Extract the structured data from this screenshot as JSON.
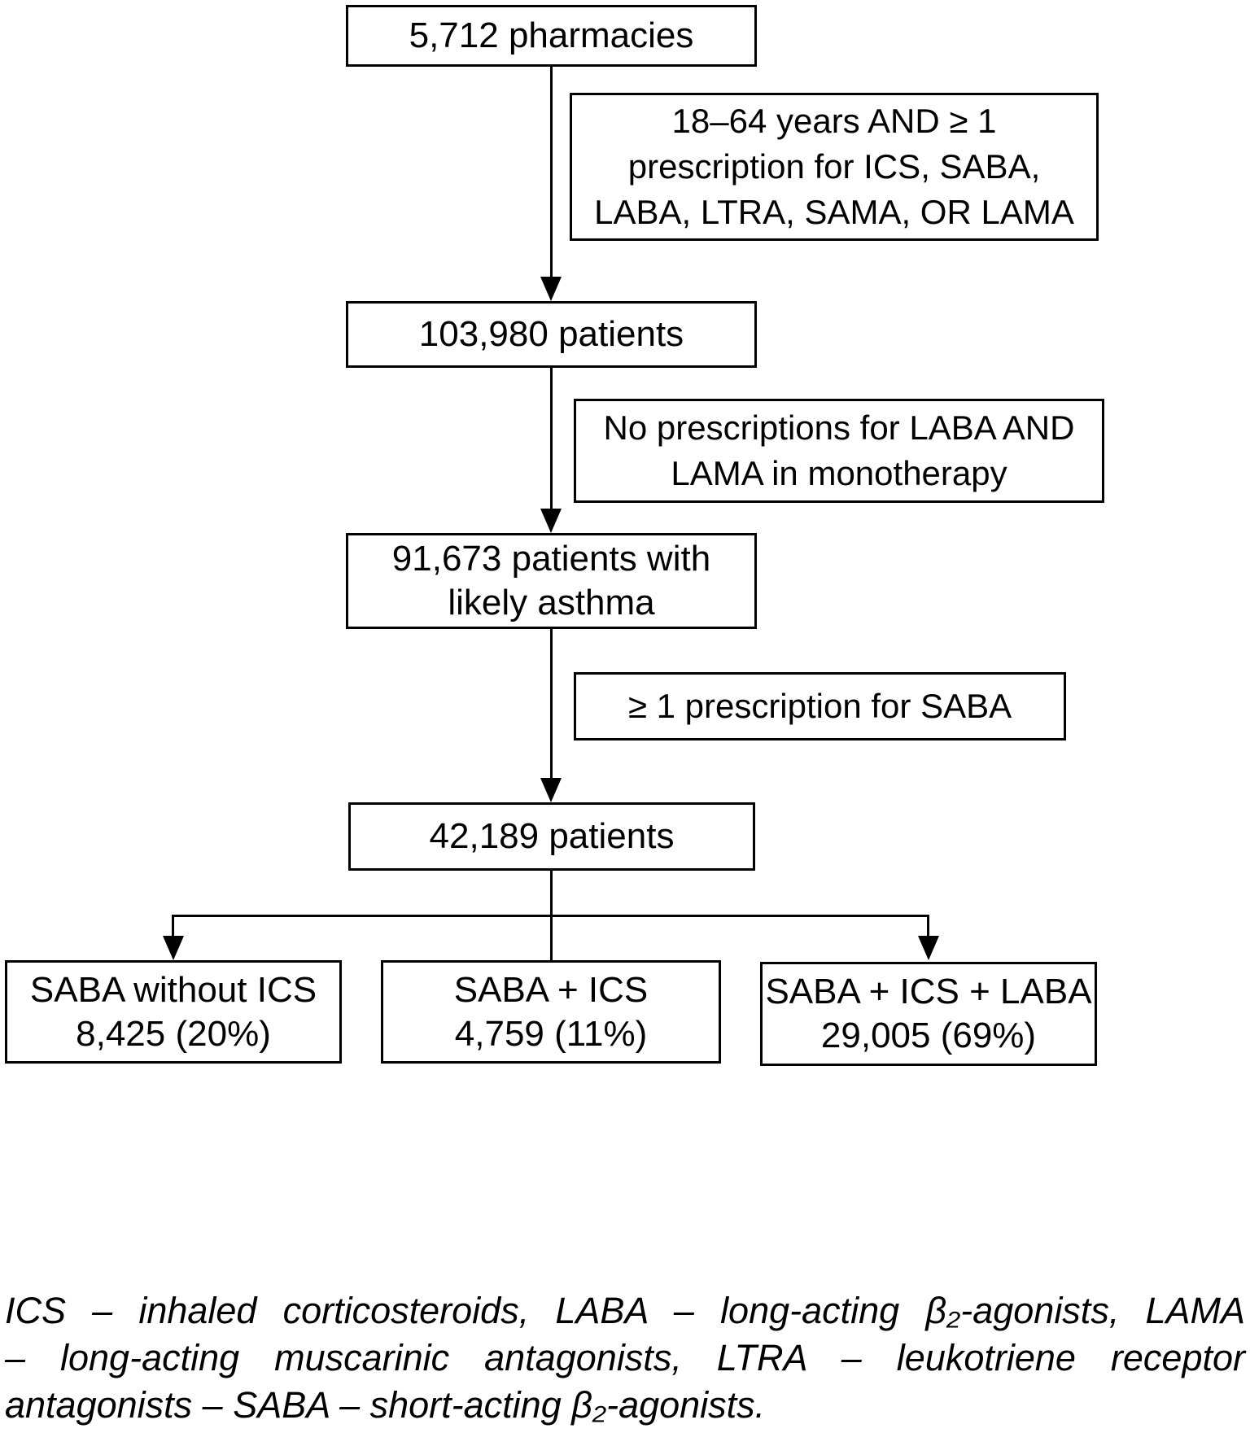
{
  "flowchart": {
    "nodes": {
      "pharmacies": {
        "label": "5,712 pharmacies"
      },
      "criteria_age_rx": {
        "lines": [
          "18–64 years AND ≥ 1",
          "prescription for ICS, SABA,",
          "LABA, LTRA, SAMA, OR LAMA"
        ]
      },
      "patients_initial": {
        "label": "103,980 patients"
      },
      "criteria_no_mono": {
        "lines": [
          "No prescriptions for LABA AND",
          "LAMA in monotherapy"
        ]
      },
      "likely_asthma": {
        "lines": [
          "91,673 patients with",
          "likely asthma"
        ]
      },
      "criteria_saba": {
        "label": "≥ 1 prescription for SABA"
      },
      "saba_patients": {
        "label": "42,189 patients"
      },
      "saba_without_ics": {
        "lines": [
          "SABA without ICS",
          "8,425 (20%)"
        ]
      },
      "saba_plus_ics": {
        "lines": [
          "SABA + ICS",
          "4,759 (11%)"
        ]
      },
      "saba_ics_laba": {
        "lines": [
          "SABA + ICS + LABA",
          "29,005 (69%)"
        ]
      }
    },
    "footnote": {
      "lines": [
        "ICS – inhaled corticosteroids, LABA – long-acting β₂-agonists, LAMA",
        "– long-acting muscarinic antagonists, LTRA – leukotriene receptor",
        "antagonists – SABA – short-acting β₂-agonists."
      ]
    },
    "colors": {
      "line": "#000000",
      "background": "#ffffff",
      "text": "#000000"
    }
  }
}
